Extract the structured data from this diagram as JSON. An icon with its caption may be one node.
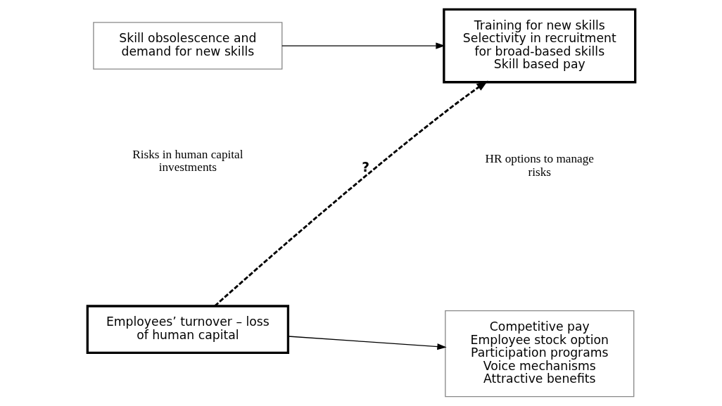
{
  "diagram": {
    "nodes": [
      {
        "text": [
          "Employees’ turnover – loss of human capital"
        ]
      },
      {
        "text": [
          "Competitive pay",
          "Employee stock option",
          "Participation programs",
          "Voice mechanisms",
          "Attractive benefits"
        ]
      },
      {
        "text": [
          "Skill obsolescence and demand for new skills"
        ]
      },
      {
        "text": [
          "Training for new skills",
          "Selectivity in recruitment for broad-based skills",
          "Skill based pay"
        ]
      }
    ],
    "edges": [
      {
        "from": 0,
        "to": 1,
        "arrow": "to"
      },
      {
        "from": 0,
        "to": 3,
        "arrow": "to",
        "style": "dashed",
        "label": "?"
      },
      {
        "from": 2,
        "to": 3,
        "arrow": "to"
      }
    ],
    "labels": [
      "Risks in human capital investments",
      "HR options to manage risks"
    ]
  }
}
